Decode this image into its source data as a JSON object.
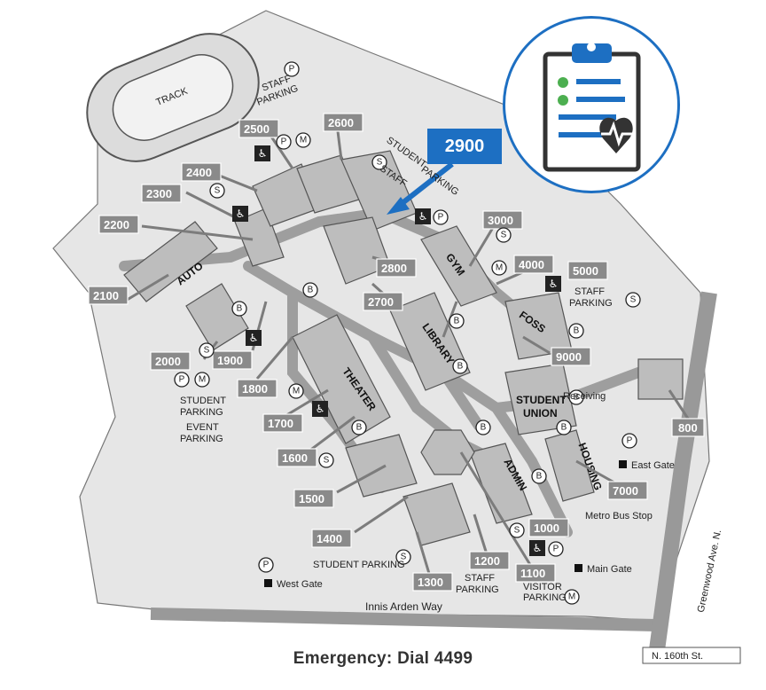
{
  "callout": {
    "building": "2900"
  },
  "emergency": "Emergency: Dial 4499",
  "buildings": [
    {
      "id": "auto",
      "label": "AUTO"
    },
    {
      "id": "gym",
      "label": "GYM"
    },
    {
      "id": "library",
      "label": "LIBRARY"
    },
    {
      "id": "foss",
      "label": "FOSS"
    },
    {
      "id": "theater",
      "label": "THEATER"
    },
    {
      "id": "student-union-1",
      "label": "STUDENT"
    },
    {
      "id": "student-union-2",
      "label": "UNION"
    },
    {
      "id": "admin",
      "label": "ADMIN"
    },
    {
      "id": "housing",
      "label": "HOUSING"
    }
  ],
  "building_numbers": [
    "2100",
    "2200",
    "2300",
    "2400",
    "2500",
    "2600",
    "2700",
    "2800",
    "3000",
    "4000",
    "5000",
    "9000",
    "2000",
    "1900",
    "1800",
    "1700",
    "1600",
    "1500",
    "1400",
    "1300",
    "1200",
    "1100",
    "1000",
    "7000",
    "800"
  ],
  "labels": {
    "track": "TRACK",
    "staff_parking_top_1": "STAFF",
    "staff_parking_top_2": "PARKING",
    "student_parking_top_1": "STUDENT",
    "student_parking_top_2": "PARKING",
    "staff_parking_mid_1": "STAFF",
    "staff_parking_mid_2": "PARKING",
    "student_parking_left_1": "STUDENT",
    "student_parking_left_2": "PARKING",
    "event_parking_1": "EVENT",
    "event_parking_2": "PARKING",
    "receiving": "Receiving",
    "east_gate": "East Gate",
    "metro_bus": "Metro Bus Stop",
    "main_gate": "Main Gate",
    "west_gate": "West Gate",
    "student_parking_bottom": "STUDENT PARKING",
    "staff_parking_bottom_1": "STAFF",
    "staff_parking_bottom_2": "PARKING",
    "visitor_parking_1": "VISITOR",
    "visitor_parking_2": "PARKING",
    "innis_arden": "Innis Arden Way",
    "greenwood": "Greenwood Ave. N.",
    "n160": "N. 160th St."
  },
  "symbols": {
    "parking": "P",
    "shuttle": "S",
    "bike": "B",
    "metro": "M"
  },
  "colors": {
    "accent": "#1d6fc2",
    "tag": "#8a8a8a",
    "building": "#bdbdbd",
    "path": "#d4d4d4"
  },
  "badge_icon": "clipboard-health-icon"
}
